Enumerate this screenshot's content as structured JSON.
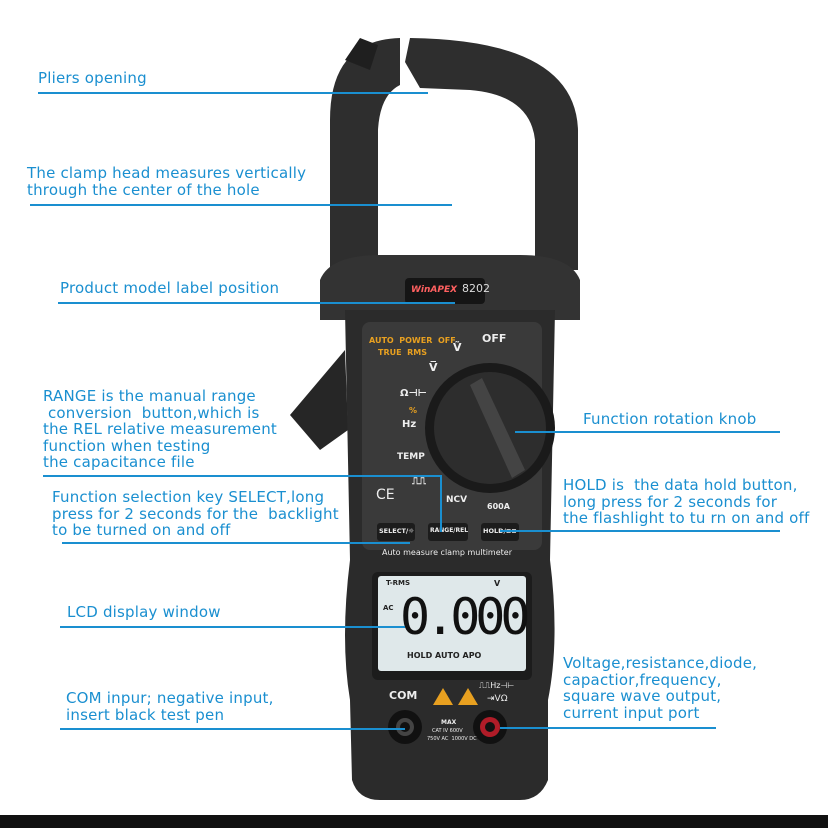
{
  "annotations": {
    "pliers": "Pliers opening",
    "clamp_head": "The clamp head measures vertically\nthrough the center of the hole",
    "model_label": "Product model label position",
    "range": "RANGE is the manual range\n conversion  button,which is\nthe REL relative measurement\nfunction when testing\nthe capacitance file",
    "select": "Function selection key SELECT,long\npress for 2 seconds for the  backlight\nto be turned on and off",
    "knob": "Function rotation knob",
    "hold": "HOLD is  the data hold button,\nlong press for 2 seconds for\nthe flashlight to tu rn on and off",
    "lcd": "LCD display window",
    "voltage": "Voltage,resistance,diode,\ncapactior,frequency,\nsquare wave output,\ncurrent input port",
    "com": "COM inpur; negative input,\ninsert black test pen"
  },
  "device": {
    "brand": "WinAPEX",
    "model": "8202",
    "auto_power_off": "AUTO  POWER  OFF",
    "true_rms": "TRUE  RMS",
    "dial": {
      "off": "OFF",
      "vac": "Ṽ",
      "vdc": "V̅",
      "ohm": "Ω⊣⊢",
      "hz": "Hz",
      "pct": "%",
      "temp": "TEMP",
      "square": "⎍⎍",
      "ncv": "NCV",
      "amp": "600A"
    },
    "ce": "CE",
    "buttons": {
      "select": "SELECT/☼",
      "range": "RANGE/REL",
      "hold": "HOLD/⊏≡"
    },
    "subtitle": "Auto measure clamp multimeter",
    "lcd": {
      "trms": "T-RMS",
      "unit": "V",
      "ac": "AC",
      "reading": "0.000",
      "status": "HOLD AUTO APO"
    },
    "com": "COM",
    "right_jack_label_1": "⎍⎍Hz⊣⊢",
    "right_jack_label_2": "⇥VΩ",
    "max": "MAX",
    "cat": "CAT IV 600V",
    "limits": "750V AC  1000V DC"
  },
  "colors": {
    "annotation": "#1a8fd0",
    "body": "#2b2b2b",
    "panel": "#3a3a3a",
    "accent_orange": "#e8a020",
    "lcd": "#dfe8ea"
  }
}
